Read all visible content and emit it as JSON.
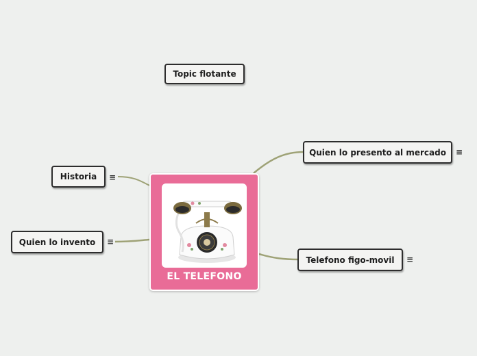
{
  "central_topic": {
    "title": "EL TELEFONO",
    "image": "antique-telephone-picture",
    "fill_color": "#e96c97"
  },
  "floating_topic": {
    "label": "Topic flotante"
  },
  "topics": [
    {
      "label": "Historia",
      "note_icon": "≡"
    },
    {
      "label": "Quien lo invento",
      "note_icon": "≡"
    },
    {
      "label": "Quien lo presento al mercado",
      "note_icon": "≡"
    },
    {
      "label": "Telefono figo-movil",
      "note_icon": "≡"
    }
  ],
  "colors": {
    "background": "#eef0ee",
    "connector": "#9ea276",
    "topic_border": "#2d2d2d"
  }
}
